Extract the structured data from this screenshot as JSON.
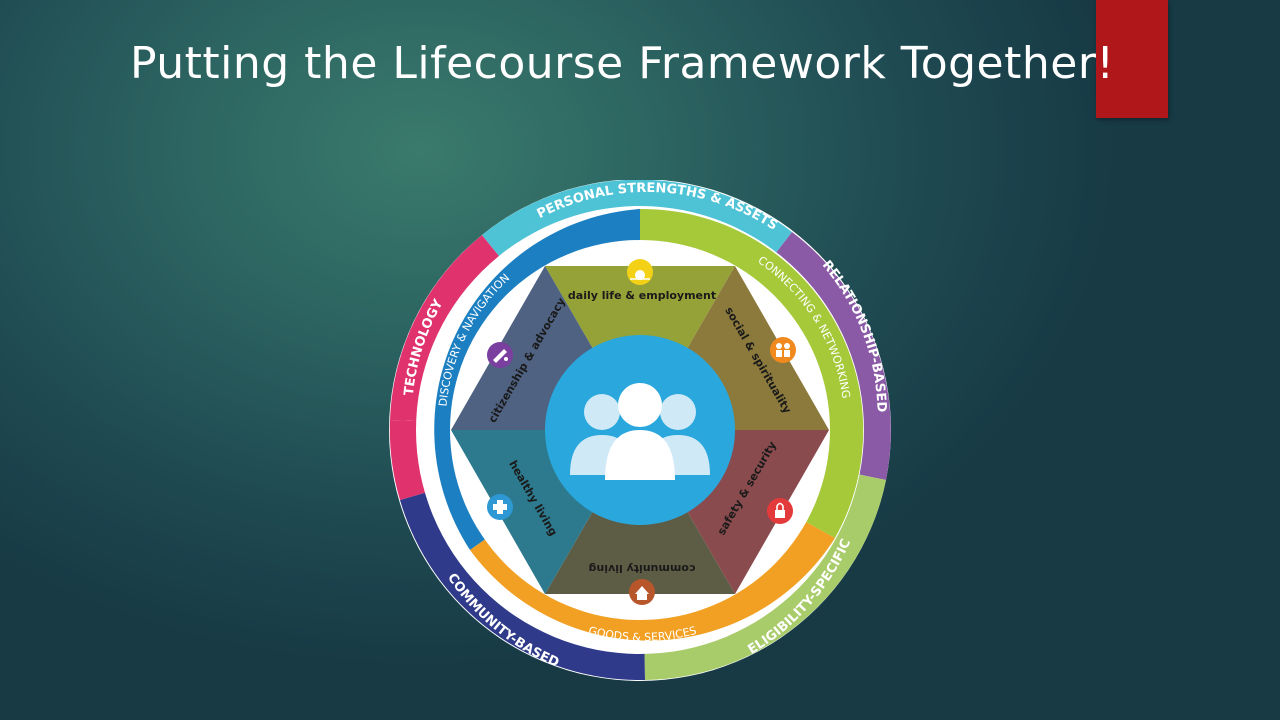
{
  "slide": {
    "title": "Putting the Lifecourse Framework Together!"
  },
  "colors": {
    "accent_bar": "#b0171b",
    "technology": "#e0336e",
    "personal_strengths": "#4fc3d6",
    "relationship_based": "#8b5aa6",
    "eligibility_specific": "#a9cc6a",
    "community_based": "#2f3a8a",
    "discovery_navigation": "#1c7fc2",
    "connecting_networking": "#a6c93a",
    "goods_services": "#f2a023",
    "center": "#2aa7dd"
  },
  "diagram": {
    "outer_ring": {
      "technology": "TECHNOLOGY",
      "personal_strengths": "PERSONAL STRENGTHS & ASSETS",
      "relationship_based": "RELATIONSHIP-BASED",
      "eligibility_specific": "ELIGIBILITY-SPECIFIC",
      "community_based": "COMMUNITY-BASED"
    },
    "middle_ring": {
      "discovery_navigation": "DISCOVERY & NAVIGATION",
      "connecting_networking": "CONNECTING & NETWORKING",
      "goods_services": "GOODS & SERVICES"
    },
    "domains": [
      {
        "label": "daily life & employment",
        "color": "#95a237",
        "icon": "sun-icon"
      },
      {
        "label": "social & spirituality",
        "color": "#8c7a3c",
        "icon": "people-icon"
      },
      {
        "label": "safety & security",
        "color": "#8a4b4e",
        "icon": "lock-icon"
      },
      {
        "label": "community living",
        "color": "#5d5c45",
        "icon": "house-icon"
      },
      {
        "label": "healthy living",
        "color": "#2d7a8e",
        "icon": "health-icon"
      },
      {
        "label": "citizenship & advocacy",
        "color": "#4f6282",
        "icon": "megaphone-icon"
      }
    ],
    "center_icon": "group-of-people-icon"
  }
}
